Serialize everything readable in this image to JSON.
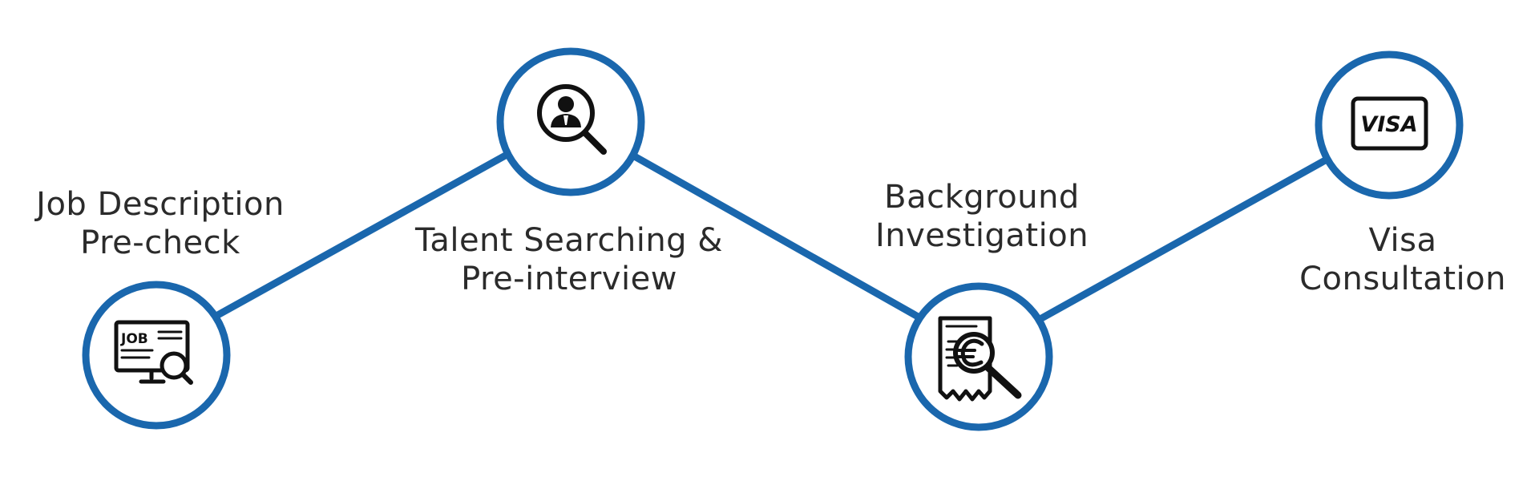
{
  "colors": {
    "accent": "#1a67ad",
    "icon": "#111111",
    "text": "#2b2b2b",
    "background": "#ffffff"
  },
  "steps": [
    {
      "line1": "Job Description",
      "line2": "Pre-check",
      "icon": "job-monitor-search-icon",
      "icon_text": "JOB"
    },
    {
      "line1": "Talent Searching &",
      "line2": "Pre-interview",
      "icon": "person-magnifier-icon"
    },
    {
      "line1": "Background",
      "line2": "Investigation",
      "icon": "euro-receipt-magnifier-icon"
    },
    {
      "line1": "Visa",
      "line2": "Consultation",
      "icon": "visa-card-icon",
      "icon_text": "VISA"
    }
  ]
}
